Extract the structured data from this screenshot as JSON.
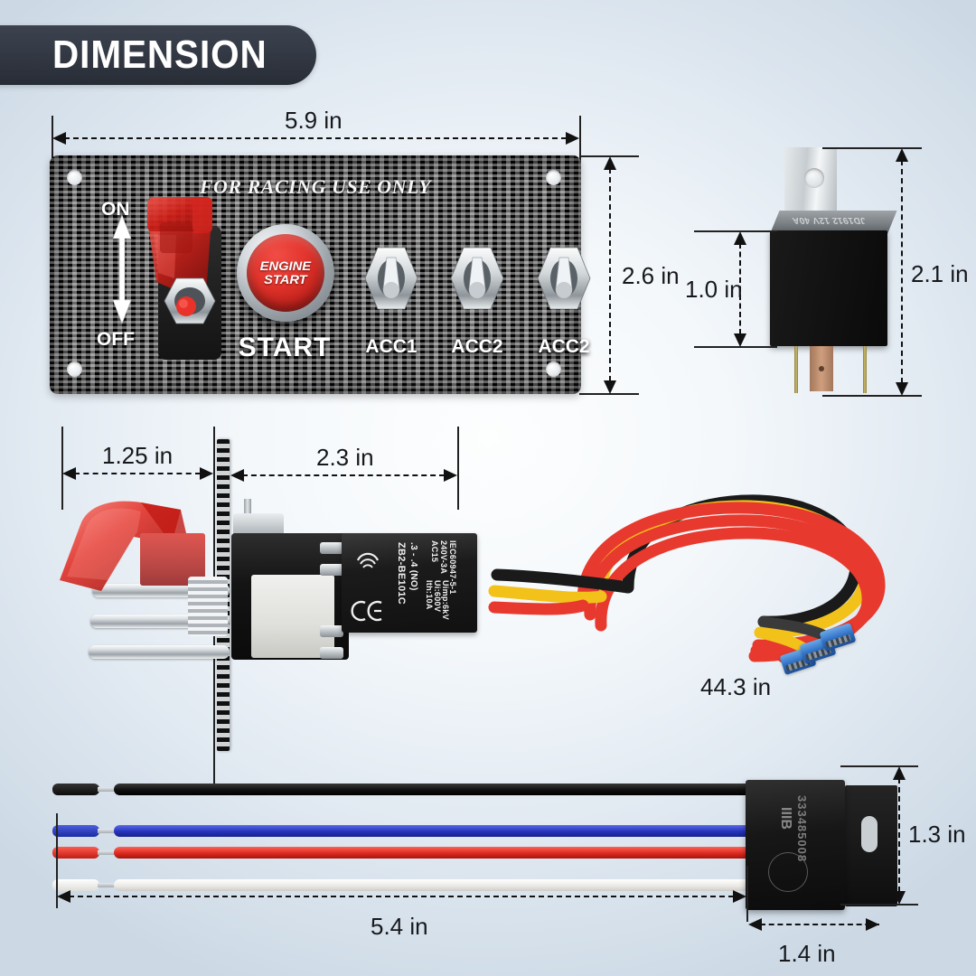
{
  "header": {
    "title": "DIMENSION"
  },
  "background": {
    "center_color": "#fdfefe",
    "edge_color": "#ccd9e5"
  },
  "racing_panel": {
    "warning_text": "FOR RACING USE ONLY",
    "on_label": "ON",
    "off_label": "OFF",
    "start_button_line1": "ENGINE",
    "start_button_line2": "START",
    "start_caption": "START",
    "acc_labels": [
      "ACC1",
      "ACC2",
      "ACC2"
    ],
    "width_dim": "5.9 in",
    "height_dim": "2.6 in",
    "accent_red": "#e2342c",
    "panel_color": "#2a2a2a"
  },
  "relay": {
    "top_text": "JD1912 12V 40A",
    "body_height_dim": "1.0 in",
    "total_height_dim": "2.1 in"
  },
  "switch_assembly": {
    "cover_depth_dim": "1.25 in",
    "body_depth_dim": "2.3 in",
    "contact_block": {
      "model": "ZB2-BE101C",
      "contact_spec": ".3 -   .4 (NO)",
      "rating_line1": "Ith:10A",
      "rating_line2": "Ui:600V",
      "rating_line3": "Uimp:6kV",
      "cert_line1": "AC15",
      "cert_line2": "240V-3A",
      "cert_line3": "IEC60947-5-1",
      "marks": [
        "CCC",
        "CE"
      ]
    }
  },
  "wire_harness": {
    "length_dim": "44.3 in",
    "wire_colors": [
      "#e8392e",
      "#f2c11a",
      "#1a1a1a"
    ],
    "connector_color": "#2f6fc4"
  },
  "socket_harness": {
    "length_dim": "5.4 in",
    "socket_height_dim": "1.3 in",
    "socket_width_dim": "1.4 in",
    "socket_code": "333485008",
    "socket_mark": "IIIB",
    "wire_colors": [
      "#1a1a1a",
      "#2f43c9",
      "#e8392e",
      "#f2f2f0"
    ]
  }
}
